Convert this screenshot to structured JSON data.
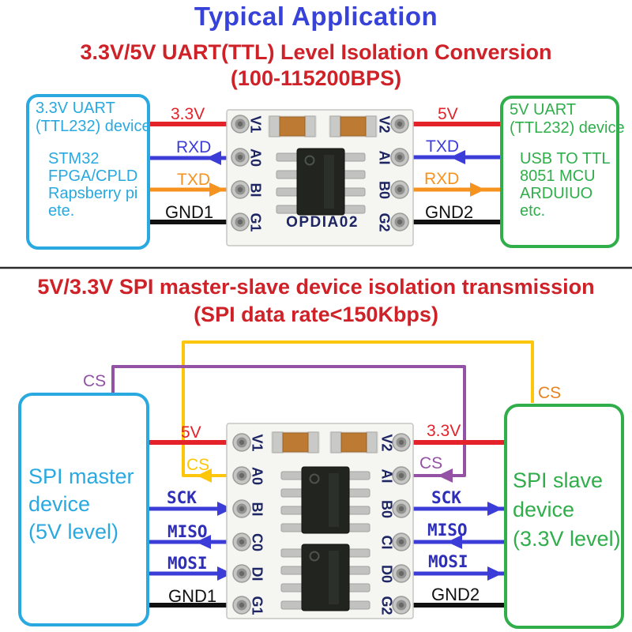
{
  "colors": {
    "title_blue": "#3742d9",
    "section_title_red": "#cf2128",
    "wire_red": "#e3222a",
    "wire_blue": "#3c3cd8",
    "wire_orange": "#f6921e",
    "wire_yellow": "#fdc60a",
    "wire_purple": "#9452a5",
    "wire_black": "#111111",
    "device_cyan": "#29a9e0",
    "device_green": "#2fae4a",
    "pcb_silkscreen_navy": "#1d2562"
  },
  "header": {
    "title": "Typical Application"
  },
  "uart": {
    "title_line1": "3.3V/5V UART(TTL) Level Isolation Conversion",
    "title_line2": "(100-115200BPS)",
    "left_device": {
      "name_line1": "3.3V UART",
      "name_line2": "(TTL232) device",
      "examples": [
        "STM32",
        "FPGA/CPLD",
        "Rapsberry pi",
        "ete."
      ]
    },
    "right_device": {
      "name_line1": "5V UART",
      "name_line2": "(TTL232) device",
      "examples": [
        "USB TO TTL",
        "8051 MCU",
        "ARDUIUO",
        "etc."
      ]
    },
    "left_wires": {
      "power": "3.3V",
      "rxd": "RXD",
      "txd": "TXD",
      "gnd": "GND1"
    },
    "right_wires": {
      "power": "5V",
      "txd": "TXD",
      "rxd": "RXD",
      "gnd": "GND2"
    },
    "module": {
      "name": "OPDIA02",
      "left_pins": [
        "V1",
        "A0",
        "BI",
        "G1"
      ],
      "right_pins": [
        "V2",
        "AI",
        "B0",
        "G2"
      ]
    }
  },
  "spi": {
    "title_line1": "5V/3.3V SPI master-slave device isolation transmission",
    "title_line2": "(SPI data rate<150Kbps)",
    "master_device": {
      "lines": [
        "SPI master",
        "device",
        "(5V level)"
      ]
    },
    "slave_device": {
      "lines": [
        "SPI slave",
        "device",
        "(3.3V level)"
      ]
    },
    "master_cs_label": "CS",
    "slave_cs_label": "CS",
    "left_wires": {
      "power": "5V",
      "cs": "CS",
      "sck": "SCK",
      "miso": "MISO",
      "mosi": "MOSI",
      "gnd": "GND1"
    },
    "right_wires": {
      "power": "3.3V",
      "cs": "CS",
      "sck": "SCK",
      "miso": "MISO",
      "mosi": "MOSI",
      "gnd": "GND2"
    },
    "module": {
      "left_pins": [
        "V1",
        "A0",
        "BI",
        "C0",
        "DI",
        "G1"
      ],
      "right_pins": [
        "V2",
        "AI",
        "B0",
        "CI",
        "D0",
        "G2"
      ]
    }
  }
}
